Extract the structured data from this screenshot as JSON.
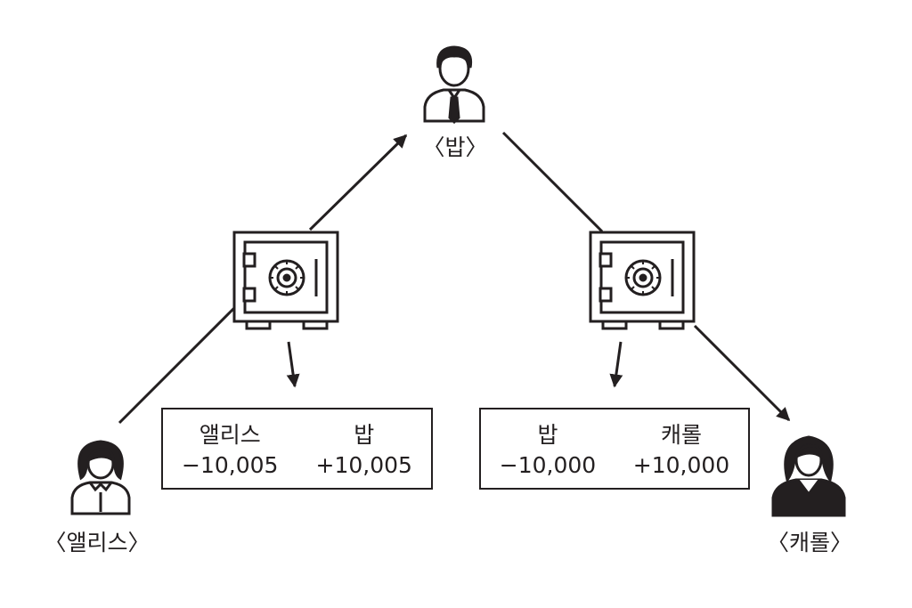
{
  "colors": {
    "ink": "#231f20",
    "background": "#ffffff"
  },
  "people": {
    "bob": {
      "label": "〈밥〉",
      "icon": "businessman-icon"
    },
    "alice": {
      "label": "〈앨리스〉",
      "icon": "woman-icon"
    },
    "carol": {
      "label": "〈캐롤〉",
      "icon": "woman-dark-icon"
    }
  },
  "safes": [
    {
      "icon": "safe-icon"
    },
    {
      "icon": "safe-icon"
    }
  ],
  "ledgers": [
    {
      "entries": [
        {
          "name": "앨리스",
          "amount": "−10,005"
        },
        {
          "name": "밥",
          "amount": "+10,005"
        }
      ]
    },
    {
      "entries": [
        {
          "name": "밥",
          "amount": "−10,000"
        },
        {
          "name": "캐롤",
          "amount": "+10,000"
        }
      ]
    }
  ]
}
